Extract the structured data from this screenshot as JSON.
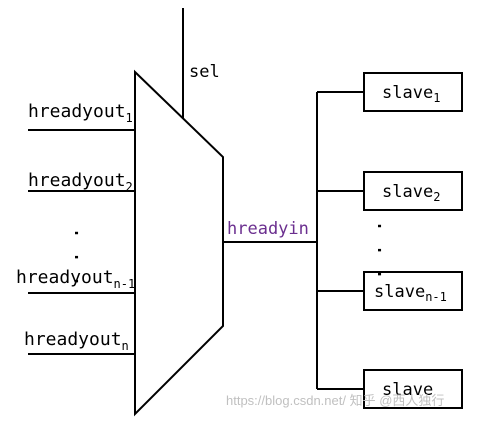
{
  "diagram": {
    "inputs": [
      {
        "base": "hreadyout",
        "sub": "1"
      },
      {
        "base": "hreadyout",
        "sub": "2"
      },
      {
        "base": "hreadyout",
        "sub": "n-1"
      },
      {
        "base": "hreadyout",
        "sub": "n"
      }
    ],
    "input_ellipsis": ". . .",
    "sel_label": "sel",
    "output_label": "hreadyin",
    "slaves": [
      {
        "base": "slave",
        "sub": "1"
      },
      {
        "base": "slave",
        "sub": "2"
      },
      {
        "base": "slave",
        "sub": "n-1"
      },
      {
        "base": "slave",
        "sub": ""
      }
    ],
    "slave_ellipsis": ". . .",
    "colors": {
      "line": "#000000",
      "output_label": "#6b2f8f",
      "watermark": "#c0c0c0"
    }
  },
  "watermark": "https://blog.csdn.net/ 知乎 @西人独行"
}
